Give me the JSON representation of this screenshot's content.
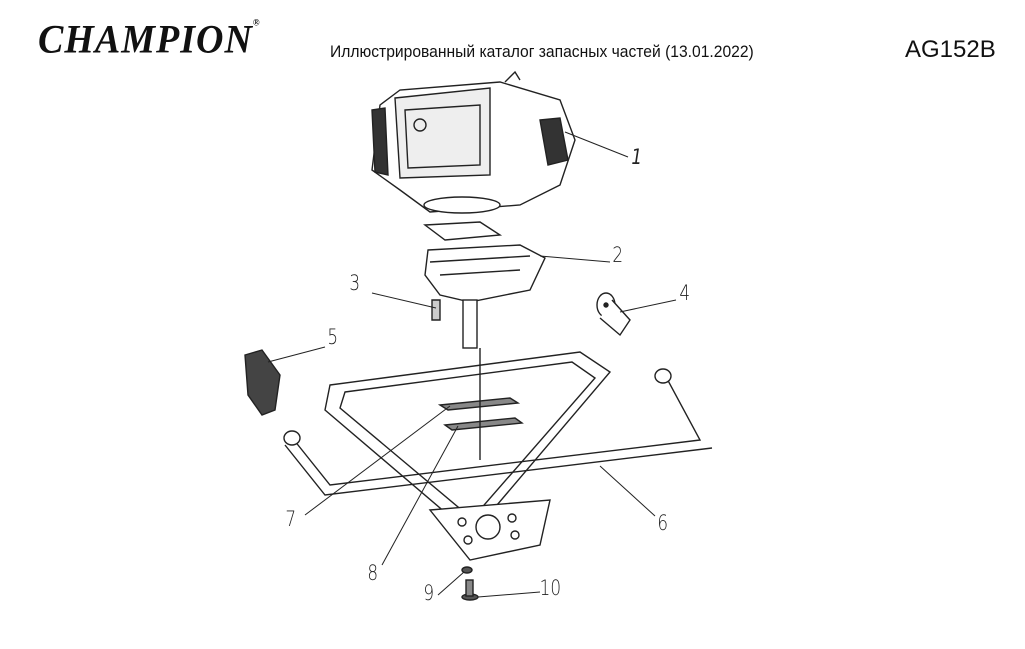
{
  "header": {
    "brand": "CHAMPION",
    "registered_mark": "®",
    "subtitle": "Иллюстрированный каталог запасных частей (13.01.2022)",
    "model": "AG152B"
  },
  "callouts": [
    "1",
    "2",
    "3",
    "4",
    "5",
    "6",
    "7",
    "8",
    "9",
    "10"
  ]
}
